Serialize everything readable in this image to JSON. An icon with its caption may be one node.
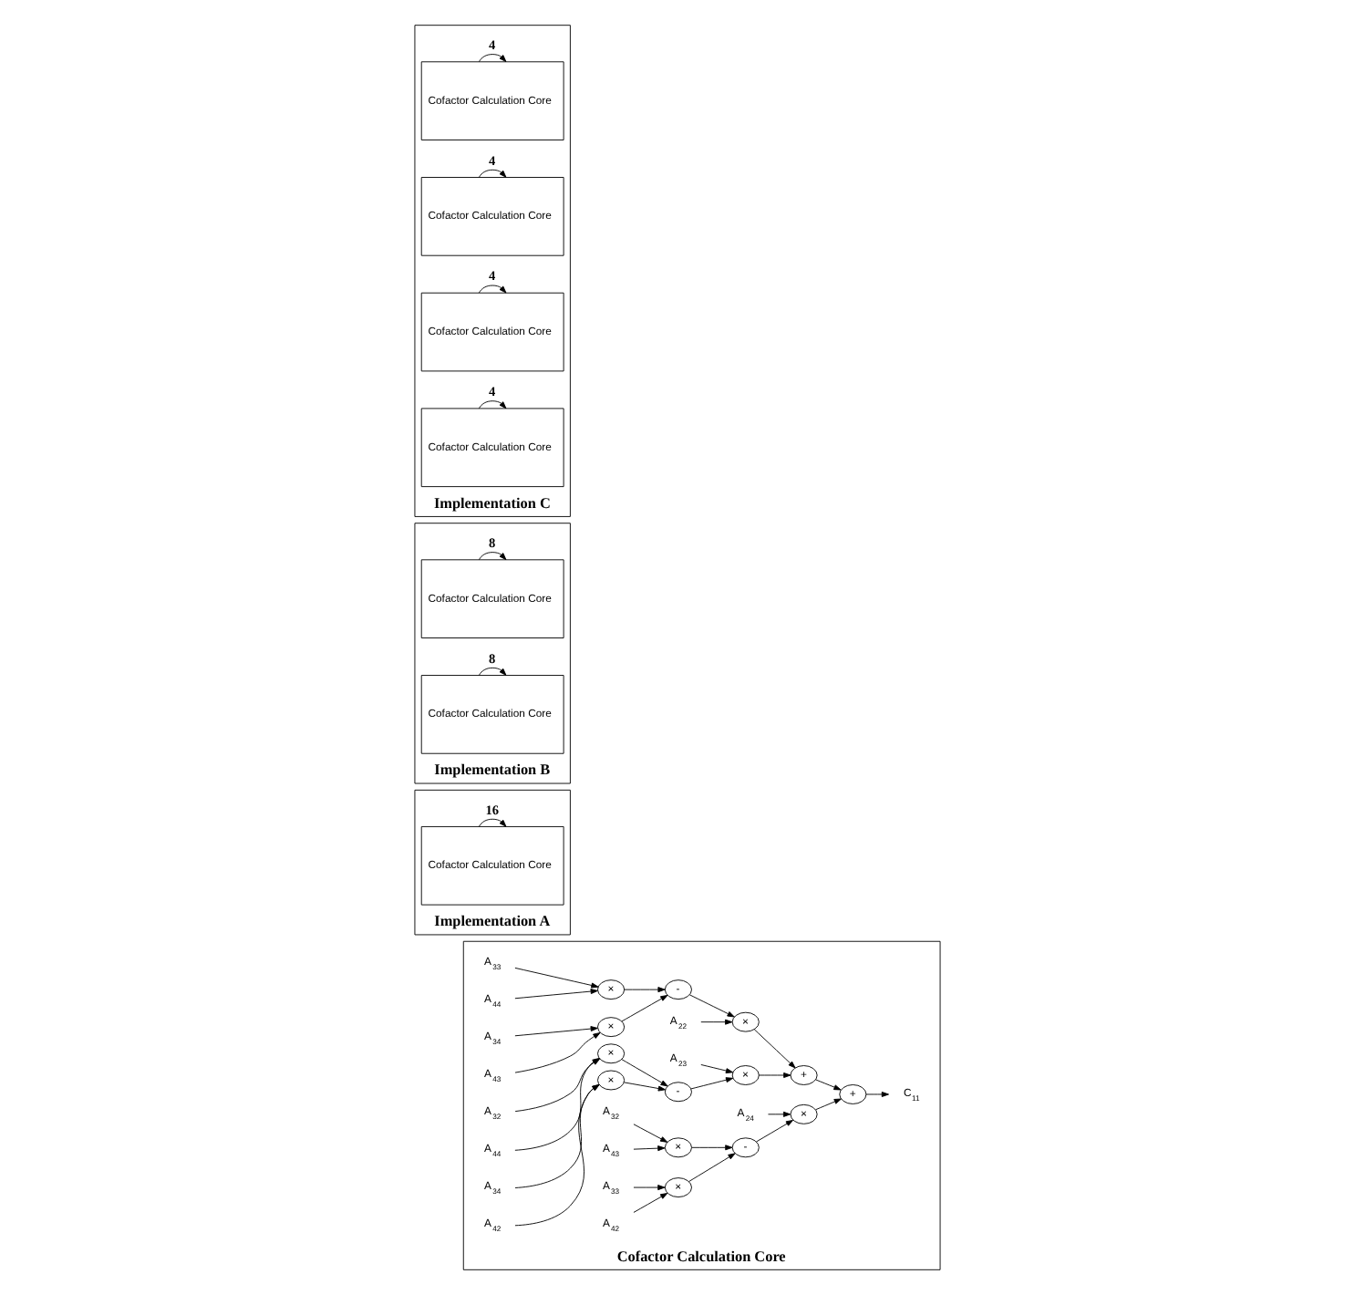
{
  "diagram": {
    "nodes": [
      {
        "text": [
          "Cofactor Calculation Core"
        ]
      },
      {
        "text": [
          "A$_{33}$"
        ],
        "in": 0
      },
      {
        "text": [
          "A$_{44}$"
        ],
        "in": 0
      },
      {
        "text": [
          "A$_{34}$"
        ],
        "in": 0
      },
      {
        "text": [
          "A$_{43}$"
        ],
        "in": 0
      },
      {
        "text": [
          "A$_{32}$"
        ],
        "in": 0
      },
      {
        "text": [
          "A$_{44}$"
        ],
        "in": 0
      },
      {
        "text": [
          "A$_{34}$"
        ],
        "in": 0
      },
      {
        "text": [
          "A$_{42}$"
        ],
        "in": 0
      },
      {
        "text": [
          "A$_{32}$"
        ],
        "in": 0
      },
      {
        "text": [
          "A$_{43}$"
        ],
        "in": 0
      },
      {
        "text": [
          "A$_{33}$"
        ],
        "in": 0
      },
      {
        "text": [
          "A$_{42}$"
        ],
        "in": 0
      },
      {
        "text": [
          "×"
        ],
        "in": 0
      },
      {
        "text": [
          "×"
        ],
        "in": 0
      },
      {
        "text": [
          "×"
        ],
        "in": 0
      },
      {
        "text": [
          "×"
        ],
        "in": 0
      },
      {
        "text": [
          "×"
        ],
        "in": 0
      },
      {
        "text": [
          "×"
        ],
        "in": 0
      },
      {
        "text": [
          "-"
        ],
        "in": 0
      },
      {
        "text": [
          "-"
        ],
        "in": 0
      },
      {
        "text": [
          "-"
        ],
        "in": 0
      },
      {
        "text": [
          "A$_{22}$"
        ],
        "in": 0
      },
      {
        "text": [
          "A$_{23}$"
        ],
        "in": 0
      },
      {
        "text": [
          "A$_{24}$"
        ],
        "in": 0
      },
      {
        "text": [
          "×"
        ],
        "in": 0
      },
      {
        "text": [
          "×"
        ],
        "in": 0
      },
      {
        "text": [
          "×"
        ],
        "in": 0
      },
      {
        "text": [
          "+"
        ],
        "in": 0
      },
      {
        "text": [
          "+"
        ],
        "in": 0
      },
      {
        "text": [
          "C$_{11}$"
        ],
        "in": 0
      },
      {
        "text": [
          "Implementation A"
        ]
      },
      {
        "text": [
          "Cofactor Calculation Core"
        ],
        "in": 31
      },
      {
        "text": [
          "Implementation B"
        ]
      },
      {
        "text": [
          "Cofactor Calculation Core"
        ],
        "in": 33
      },
      {
        "text": [
          "Cofactor Calculation Core"
        ],
        "in": 33
      },
      {
        "text": [
          "Implementation C"
        ]
      },
      {
        "text": [
          "Cofactor Calculation Core"
        ],
        "in": 36
      },
      {
        "text": [
          "Cofactor Calculation Core"
        ],
        "in": 36
      },
      {
        "text": [
          "Cofactor Calculation Core"
        ],
        "in": 36
      },
      {
        "text": [
          "Cofactor Calculation Core"
        ],
        "in": 36
      }
    ],
    "edges": [
      {
        "from": 1,
        "to": 13,
        "arrow": "to"
      },
      {
        "from": 2,
        "to": 13,
        "arrow": "to"
      },
      {
        "from": 3,
        "to": 14,
        "arrow": "to"
      },
      {
        "from": 4,
        "to": 14,
        "arrow": "to"
      },
      {
        "from": 5,
        "to": 15,
        "arrow": "to"
      },
      {
        "from": 6,
        "to": 15,
        "arrow": "to"
      },
      {
        "from": 7,
        "to": 16,
        "arrow": "to"
      },
      {
        "from": 8,
        "to": 16,
        "arrow": "to"
      },
      {
        "from": 9,
        "to": 17,
        "arrow": "to"
      },
      {
        "from": 10,
        "to": 17,
        "arrow": "to"
      },
      {
        "from": 11,
        "to": 18,
        "arrow": "to"
      },
      {
        "from": 12,
        "to": 18,
        "arrow": "to"
      },
      {
        "from": 13,
        "to": 19,
        "arrow": "to"
      },
      {
        "from": 14,
        "to": 19,
        "arrow": "to"
      },
      {
        "from": 15,
        "to": 20,
        "arrow": "to"
      },
      {
        "from": 16,
        "to": 20,
        "arrow": "to"
      },
      {
        "from": 17,
        "to": 21,
        "arrow": "to"
      },
      {
        "from": 18,
        "to": 21,
        "arrow": "to"
      },
      {
        "from": 22,
        "to": 25,
        "arrow": "to"
      },
      {
        "from": 19,
        "to": 25,
        "arrow": "to"
      },
      {
        "from": 23,
        "to": 26,
        "arrow": "to"
      },
      {
        "from": 20,
        "to": 26,
        "arrow": "to"
      },
      {
        "from": 24,
        "to": 27,
        "arrow": "to"
      },
      {
        "from": 21,
        "to": 27,
        "arrow": "to"
      },
      {
        "from": 25,
        "to": 28,
        "arrow": "to"
      },
      {
        "from": 26,
        "to": 28,
        "arrow": "to"
      },
      {
        "from": 28,
        "to": 29,
        "arrow": "to"
      },
      {
        "from": 27,
        "to": 29,
        "arrow": "to"
      },
      {
        "from": 29,
        "to": 30,
        "arrow": "to"
      },
      {
        "from": 32,
        "to": 32,
        "arrow": "to",
        "label": "16"
      },
      {
        "from": 34,
        "to": 34,
        "arrow": "to",
        "label": "8"
      },
      {
        "from": 35,
        "to": 35,
        "arrow": "to",
        "label": "8"
      },
      {
        "from": 37,
        "to": 37,
        "arrow": "to",
        "label": "4"
      },
      {
        "from": 38,
        "to": 38,
        "arrow": "to",
        "label": "4"
      },
      {
        "from": 39,
        "to": 39,
        "arrow": "to",
        "label": "4"
      },
      {
        "from": 40,
        "to": 40,
        "arrow": "to",
        "label": "4"
      }
    ]
  }
}
